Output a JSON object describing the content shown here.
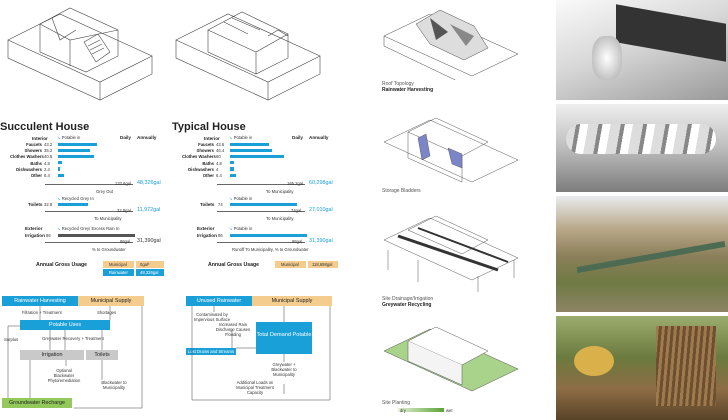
{
  "succulent": {
    "title": "Succulent House",
    "col_daily": "Daily",
    "col_annually": "Annually",
    "interior_label": "Interior",
    "potable_in": "Potable in",
    "rows": [
      {
        "name": "Faucets",
        "value": "43.2",
        "amount": 43.2
      },
      {
        "name": "Showers",
        "value": "35.2",
        "amount": 35.2
      },
      {
        "name": "Clothes Washers",
        "value": "40.5",
        "amount": 40.5
      },
      {
        "name": "Baths",
        "value": "4.8",
        "amount": 4.8
      },
      {
        "name": "Dishwashers",
        "value": "2.4",
        "amount": 2.4
      },
      {
        "name": "Other",
        "value": "6.4",
        "amount": 6.4
      }
    ],
    "interior_daily": "132.6gal",
    "interior_annual": "48,326gal",
    "grey_out": "Grey Out",
    "toilets_label": "Toilets",
    "recycled_grey_in": "Recycled Grey In",
    "toilets_value": "32.8",
    "toilets_amount": 32.8,
    "toilets_daily": "32.8gal",
    "toilets_annual": "11,972gal",
    "to_municipality": "To Municipality",
    "exterior_label": "Exterior",
    "irrigation_label": "Irrigation",
    "recycled_grey_excess": "Recycled Grey/ Excess Rain In",
    "irrigation_value": "86",
    "irrigation_amount": 86,
    "irrigation_daily": "86gal",
    "irrigation_annual": "31,390gal",
    "to_groundwater": "% to Groundwater",
    "annual_gross": "Annual Gross Usage",
    "municipal_label": "Municipal",
    "municipal_value": "0gal*",
    "rainwater_label": "Rainwater",
    "rainwater_value": "48,326gal"
  },
  "typical": {
    "title": "Typical House",
    "col_daily": "Daily",
    "col_annually": "Annually",
    "interior_label": "Interior",
    "potable_in": "Potable in",
    "rows": [
      {
        "name": "Faucets",
        "value": "43.6",
        "amount": 43.6
      },
      {
        "name": "Showers",
        "value": "46.4",
        "amount": 46.4
      },
      {
        "name": "Clothes Washers",
        "value": "60",
        "amount": 60
      },
      {
        "name": "Baths",
        "value": "4.8",
        "amount": 4.8
      },
      {
        "name": "Dishwashers",
        "value": "4",
        "amount": 4
      },
      {
        "name": "Other",
        "value": "6.4",
        "amount": 6.4
      }
    ],
    "interior_daily": "165.2gal",
    "interior_annual": "60,298gal",
    "to_municipality_1": "To Municipality",
    "toilets_label": "Toilets",
    "potable_in_2": "Potable in",
    "toilets_value": "74",
    "toilets_amount": 74,
    "toilets_daily": "74gal",
    "toilets_annual": "27,010gal",
    "to_municipality_2": "To Municipality",
    "exterior_label": "Exterior",
    "irrigation_label": "Irrigation",
    "potable_in_3": "Potable in",
    "irrigation_value": "86",
    "irrigation_amount": 86,
    "irrigation_daily": "86gal",
    "irrigation_annual": "31,390gal",
    "runoff": "Runoff To Municipality, % to Groundwater",
    "annual_gross": "Annual Gross Usage",
    "municipal_label": "Municipal",
    "municipal_value": "118,698gal"
  },
  "diagram_left": {
    "rainwater": "Rainwater Harvesting",
    "municipal": "Municipal Supply",
    "filtration": "Filtration + Treatment",
    "shortages": "Shortages",
    "potable_uses": "Potable Uses",
    "surplus": "Surplus",
    "greywater_recovery": "Greywater Recovery + Treatment",
    "irrigation": "Irrigation",
    "toilets": "Toilets",
    "optional_blackwater": "Optional Blackwater Phytoremediation",
    "blackwater_muni": "Blackwater to Municipality",
    "groundwater": "Groundwater Recharge"
  },
  "diagram_right": {
    "unused_rainwater": "Unused Rainwater",
    "municipal": "Municipal Supply",
    "contaminated": "Contaminated by Impervious Surface",
    "increased_rain": "Increased Rain Discharge Causes Flooding",
    "total_demand": "Total Demand Potable",
    "lost_drains": "Lost Drains and Streams",
    "grey_black": "Greywater + Blackwater to Municipality",
    "additional_loads": "Additional Loads on Municipal Treatment Capacity"
  },
  "captions": {
    "roof_topology": "Roof Topology",
    "rainwater_harvesting": "Rainwater Harvesting",
    "storage_bladders": "Storage Bladders",
    "site_drainage": "Site Drainage/Irrigation",
    "greywater_recycling": "Greywater Recycling",
    "site_planting": "Site Planting",
    "dry": "dry",
    "wet": "wet"
  },
  "colors": {
    "blue": "#1aa0d8",
    "orange": "#f3cc8e",
    "green": "#93c95a",
    "grey": "#c9c9c9"
  }
}
